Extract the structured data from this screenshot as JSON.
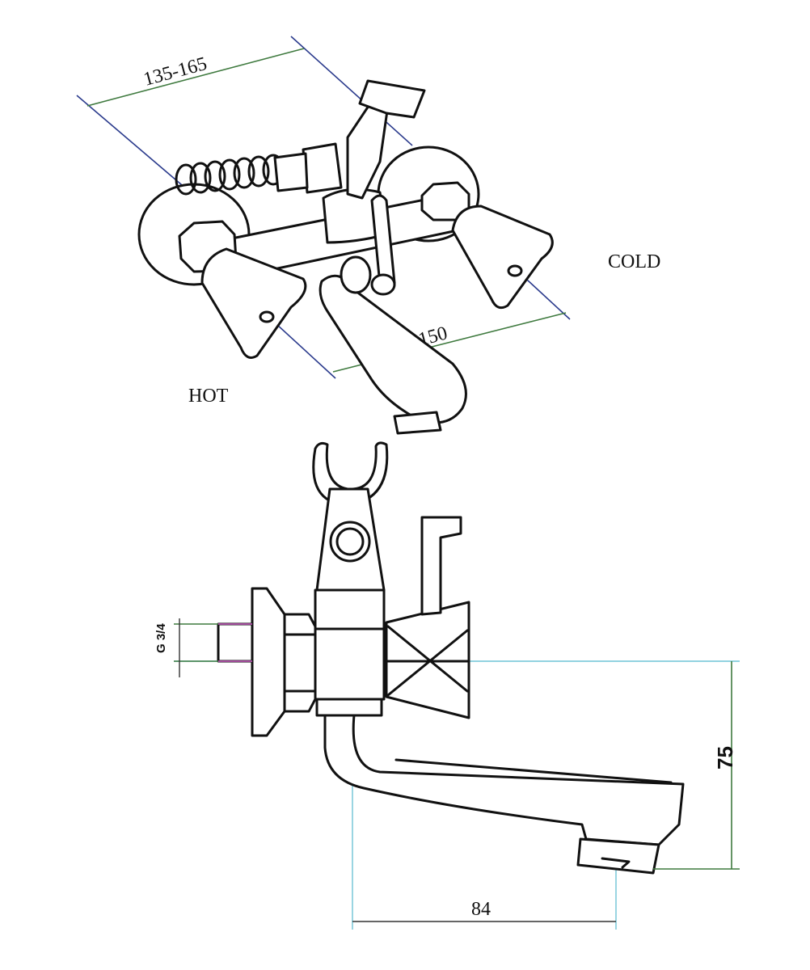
{
  "top_view": {
    "label_hot": "HOT",
    "label_cold": "COLD",
    "dim_handle_range": "135-165",
    "dim_center_distance": "150"
  },
  "side_view": {
    "dim_thread": "G 3/4",
    "dim_height": "75",
    "dim_reach": "84"
  }
}
